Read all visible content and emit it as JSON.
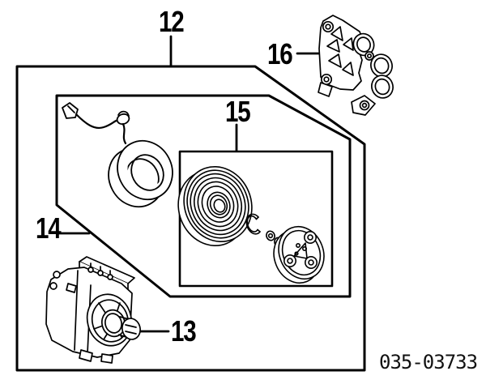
{
  "diagram": {
    "background_color": "#ffffff",
    "line_color": "#000000",
    "part_number": "035-03733",
    "callouts": [
      {
        "label": "12",
        "part": "compressor-assembly"
      },
      {
        "label": "13",
        "part": "compressor-body"
      },
      {
        "label": "14",
        "part": "magnetic-clutch-coil-kit"
      },
      {
        "label": "15",
        "part": "clutch-pulley-kit"
      },
      {
        "label": "16",
        "part": "compressor-mounting-bracket"
      }
    ]
  }
}
